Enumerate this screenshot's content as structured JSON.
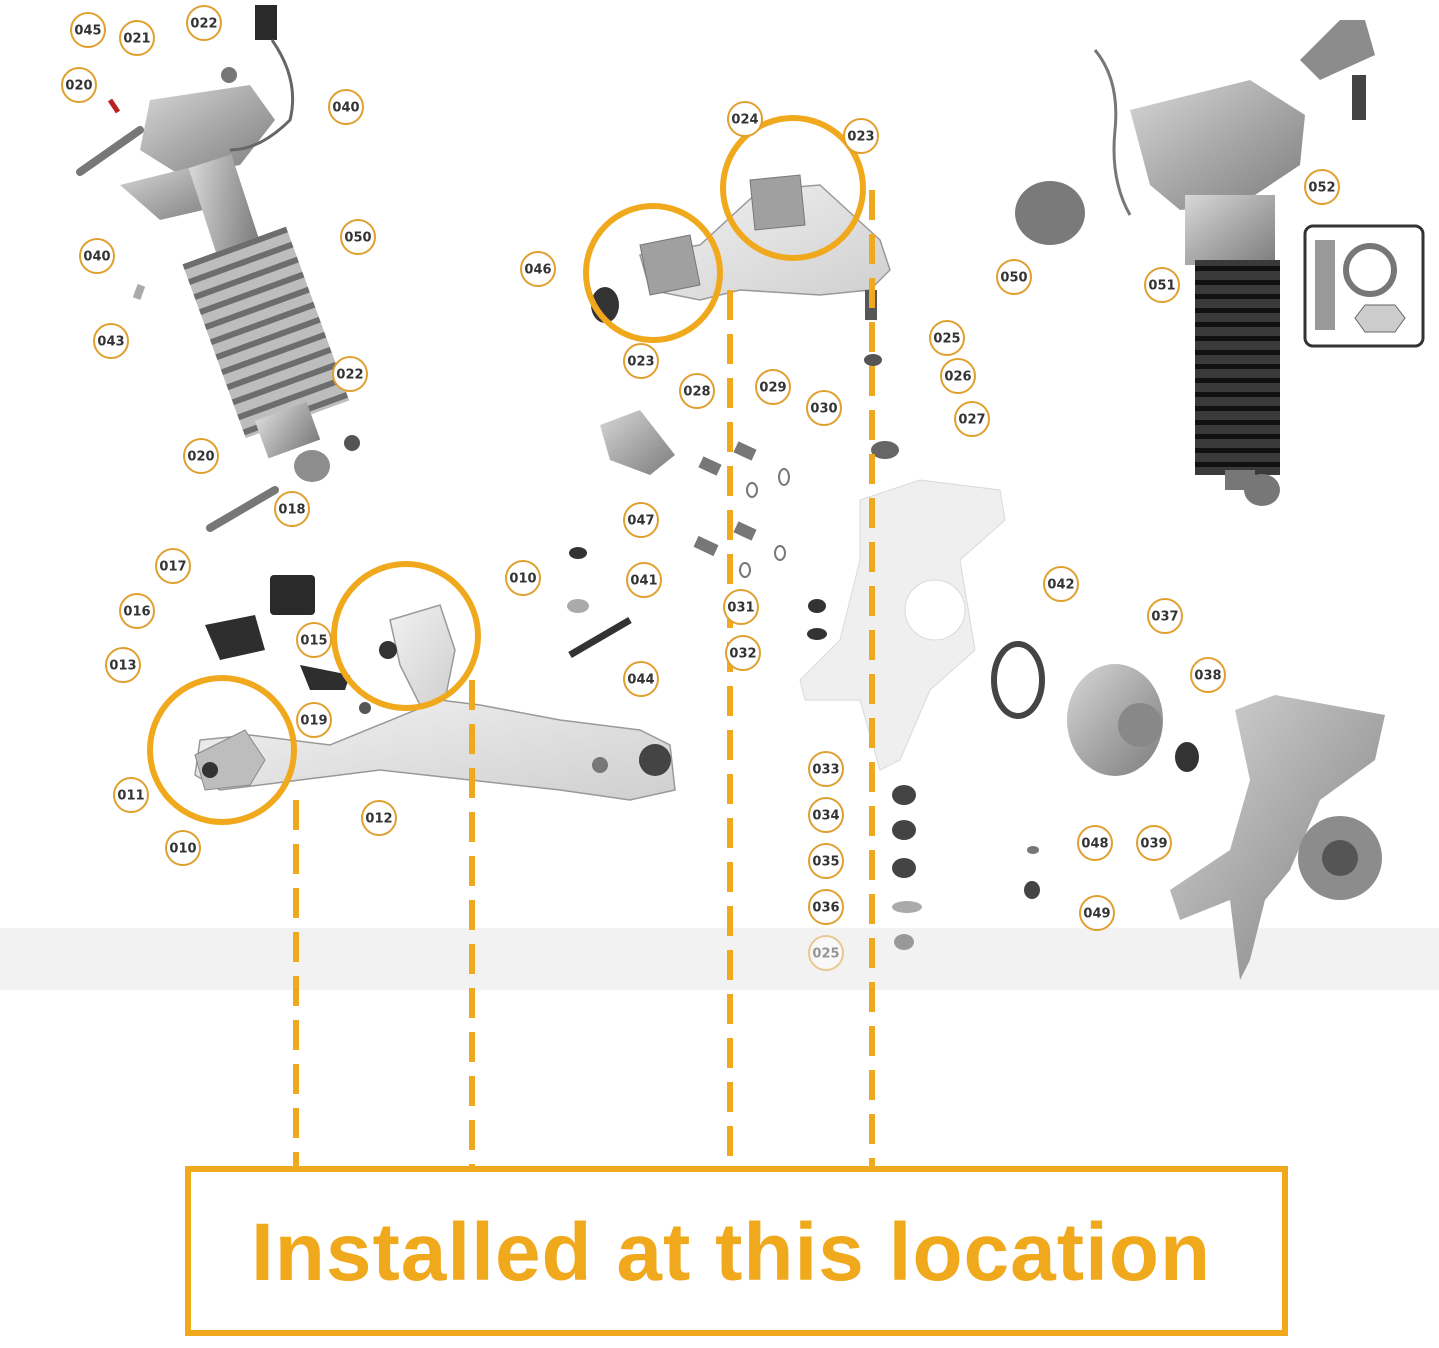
{
  "caption": "Installed at this location",
  "colors": {
    "accent": "#f0a91c",
    "label_ring": "#e0a030",
    "part_gray": "#9a9a9a",
    "dark_part": "#2a2a2a"
  },
  "labels": [
    "045",
    "021",
    "022",
    "020",
    "040",
    "050",
    "040",
    "043",
    "022",
    "020",
    "018",
    "017",
    "016",
    "013",
    "015",
    "019",
    "010",
    "011",
    "010",
    "012",
    "046",
    "024",
    "023",
    "023",
    "025",
    "026",
    "027",
    "028",
    "029",
    "030",
    "047",
    "041",
    "044",
    "031",
    "032",
    "033",
    "034",
    "035",
    "036",
    "025",
    "042",
    "037",
    "038",
    "048",
    "049",
    "039",
    "050",
    "051",
    "052"
  ]
}
